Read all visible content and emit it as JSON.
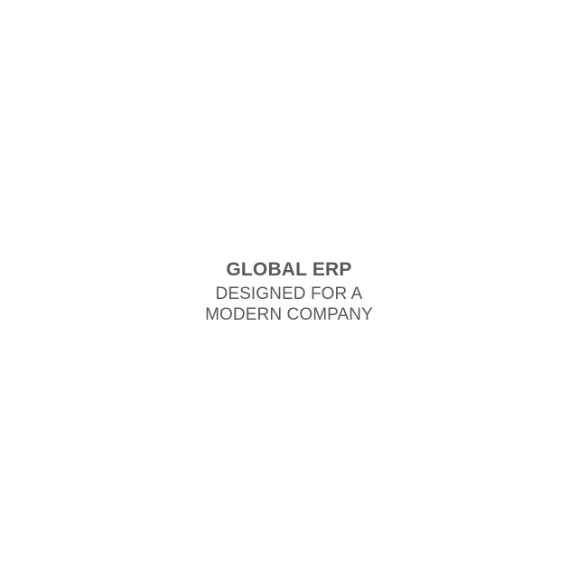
{
  "splash": {
    "headline": "GLOBAL ERP",
    "tagline_line1": "DESIGNED FOR A",
    "tagline_line2": "MODERN COMPANY",
    "text_color": "#595959",
    "background_color": "#ffffff"
  }
}
